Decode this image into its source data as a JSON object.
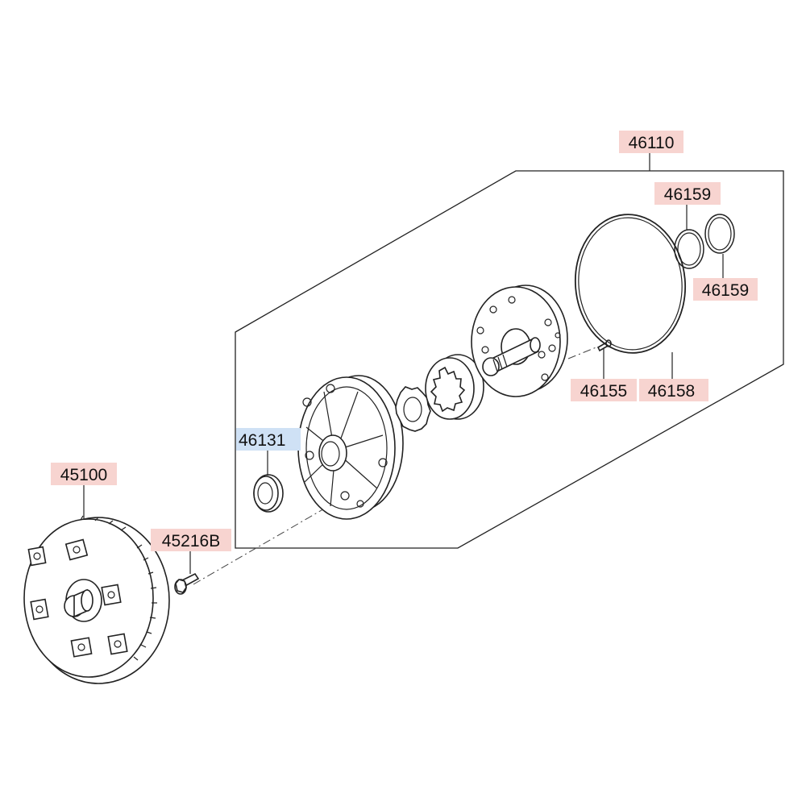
{
  "colors": {
    "label_highlight": "#f7d4d0",
    "label_selected": "#cfe1f5",
    "line": "#222222"
  },
  "callouts": {
    "c46110": "46110",
    "c46159a": "46159",
    "c46159b": "46159",
    "c46155": "46155",
    "c46158": "46158",
    "c46131": "46131",
    "c45100": "45100",
    "c45216B": "45216B"
  }
}
